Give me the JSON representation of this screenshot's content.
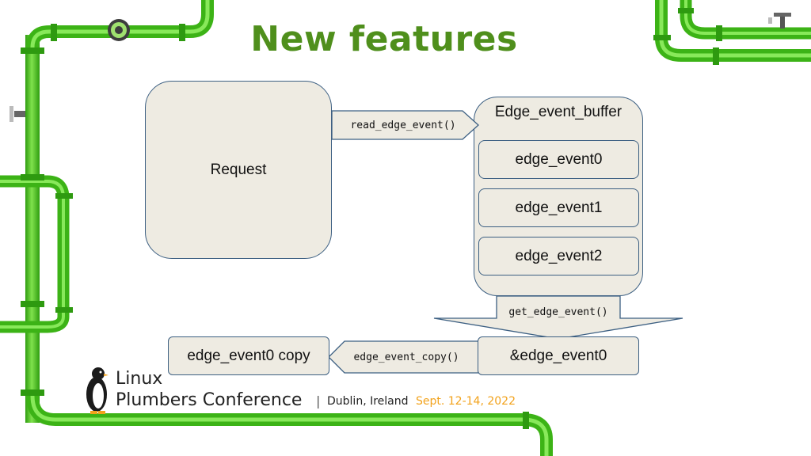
{
  "slide": {
    "title": "New features"
  },
  "diagram": {
    "request": "Request",
    "buffer_title": "Edge_event_buffer",
    "events": [
      "edge_event0",
      "edge_event1",
      "edge_event2"
    ],
    "read_call": "read_edge_event()",
    "get_call": "get_edge_event()",
    "copy_call": "edge_event_copy()",
    "ref_event": "&edge_event0",
    "copy_event": "edge_event0 copy"
  },
  "branding": {
    "conference_line1": "Linux",
    "conference_line2": "Plumbers Conference",
    "separator": "|",
    "location": "Dublin, Ireland",
    "dates": "Sept. 12-14, 2022"
  },
  "colors": {
    "title_green": "#4f8f1c",
    "pipe_green": "#4ccb1e",
    "box_fill": "#eeebe2",
    "box_border": "#3c5f82",
    "dates_orange": "#f2a21b"
  },
  "icons": [
    "valve-wheel-icon",
    "pipe-tap-icon",
    "penguin-logo-icon"
  ]
}
